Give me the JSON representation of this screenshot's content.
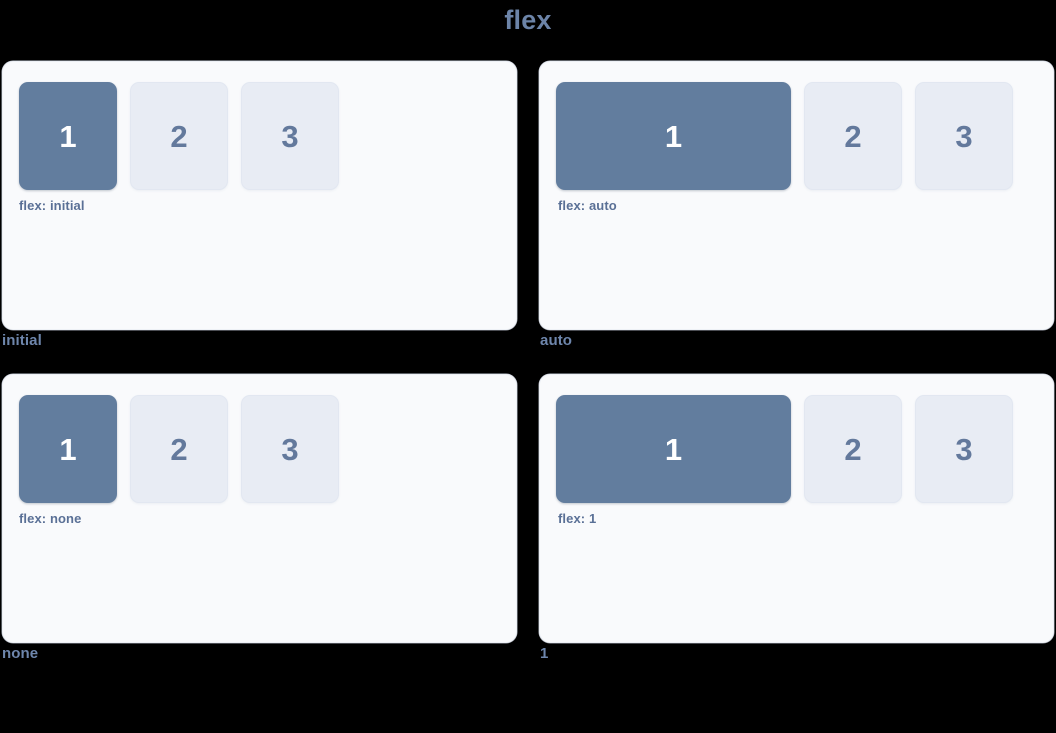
{
  "page": {
    "title": "flex",
    "background_color": "#000000",
    "title_color": "#6c84a8"
  },
  "theme": {
    "panel_background": "#f9fafc",
    "panel_border": "#eef1f6",
    "primary_box_color": "#627d9e",
    "primary_box_text_color": "#ffffff",
    "muted_box_color": "#e8ecf4",
    "muted_box_text_color": "#63799c",
    "note_color": "#5a7096",
    "caption_color": "#6e86ac"
  },
  "demos": [
    {
      "id": "initial",
      "caption": "initial",
      "note": "flex: initial",
      "first_item_growth": "base",
      "boxes": [
        {
          "label": "1",
          "style": "primary"
        },
        {
          "label": "2",
          "style": "muted"
        },
        {
          "label": "3",
          "style": "muted"
        }
      ]
    },
    {
      "id": "auto",
      "caption": "auto",
      "note": "flex: auto",
      "first_item_growth": "wide",
      "boxes": [
        {
          "label": "1",
          "style": "primary"
        },
        {
          "label": "2",
          "style": "muted"
        },
        {
          "label": "3",
          "style": "muted"
        }
      ]
    },
    {
      "id": "none",
      "caption": "none",
      "note": "flex: none",
      "first_item_growth": "base",
      "boxes": [
        {
          "label": "1",
          "style": "primary"
        },
        {
          "label": "2",
          "style": "muted"
        },
        {
          "label": "3",
          "style": "muted"
        }
      ]
    },
    {
      "id": "one",
      "caption": "1",
      "note": "flex: 1",
      "first_item_growth": "wide",
      "boxes": [
        {
          "label": "1",
          "style": "primary"
        },
        {
          "label": "2",
          "style": "muted"
        },
        {
          "label": "3",
          "style": "muted"
        }
      ]
    }
  ]
}
